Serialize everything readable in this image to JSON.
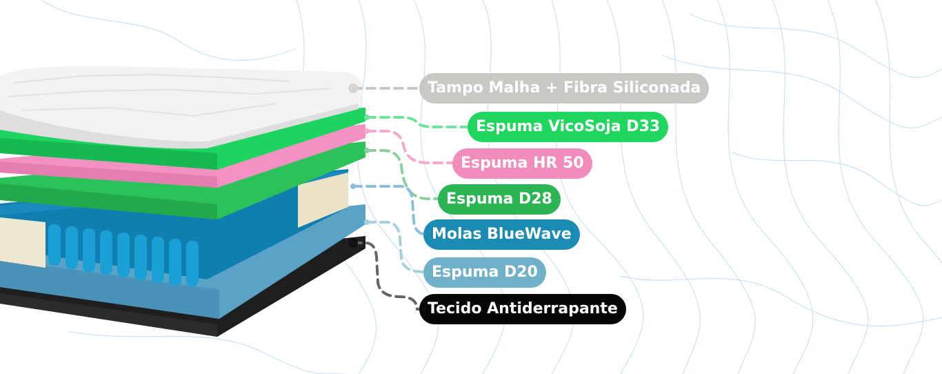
{
  "layers": [
    {
      "label": "Tampo Malha + Fibra Siliconada",
      "color": "#c9c8c4"
    },
    {
      "label": "Espuma VicoSoja D33",
      "color": "#1fd65f"
    },
    {
      "label": "Espuma HR 50",
      "color": "#f28cbc"
    },
    {
      "label": "Espuma D28",
      "color": "#2bb552"
    },
    {
      "label": "Molas BlueWave",
      "color": "#1a8cb4"
    },
    {
      "label": "Espuma D20",
      "color": "#6fb1c9"
    },
    {
      "label": "Tecido Antiderrapante",
      "color": "#050505"
    }
  ]
}
